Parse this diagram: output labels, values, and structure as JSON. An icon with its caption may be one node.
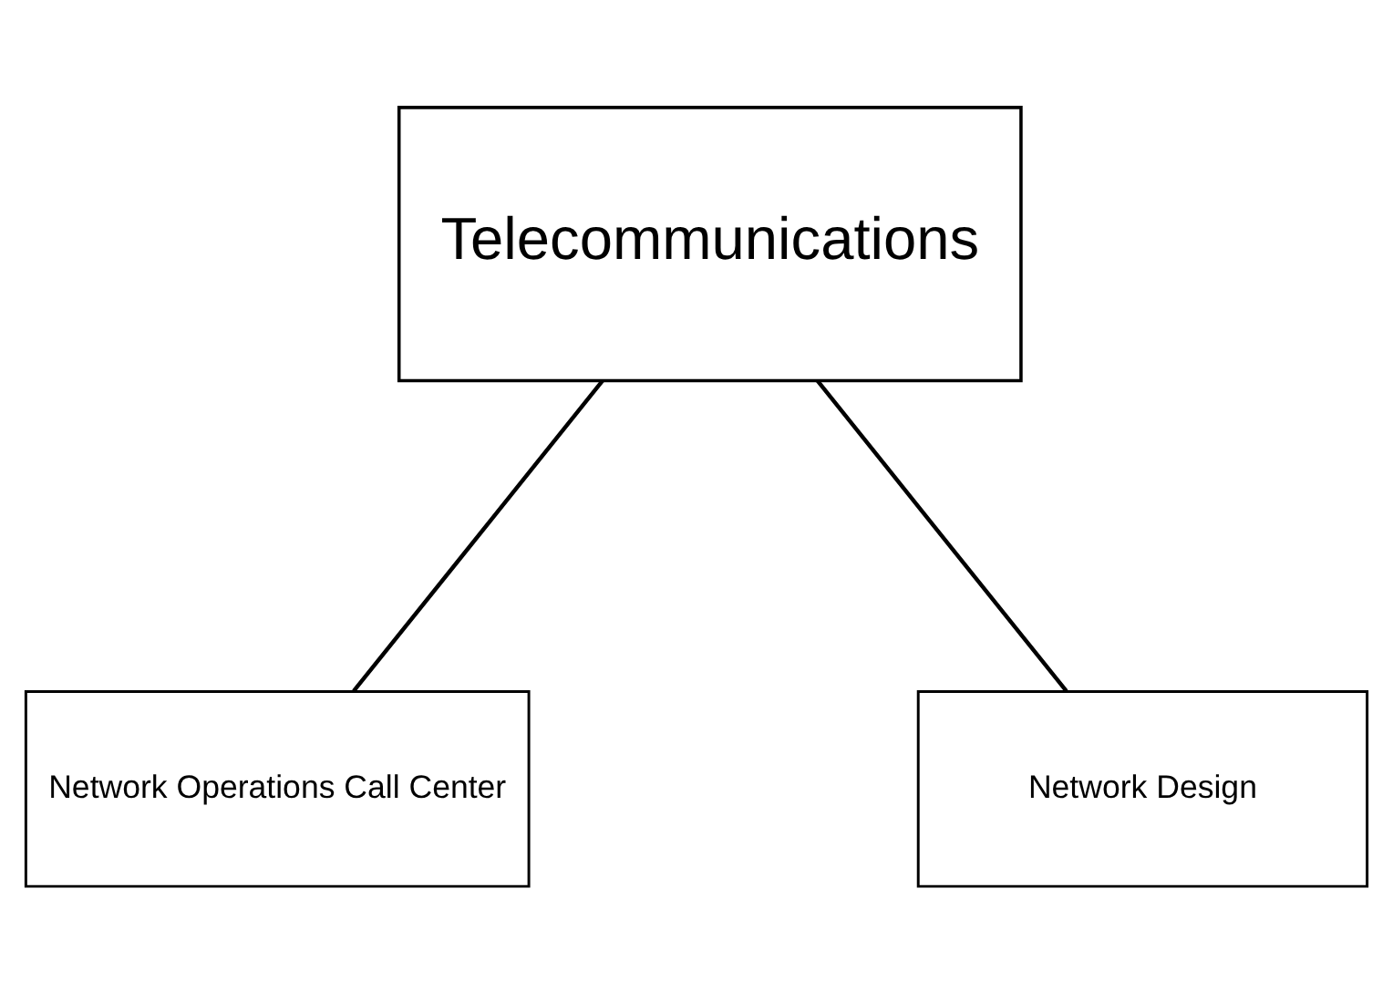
{
  "diagram": {
    "nodes": [
      {
        "text": [
          "Telecommunications"
        ]
      },
      {
        "text": [
          "Network Operations Call Center"
        ]
      },
      {
        "text": [
          "Network Design"
        ]
      }
    ],
    "edges": [
      {
        "from": 0,
        "to": 1,
        "arrow": "none"
      },
      {
        "from": 0,
        "to": 2,
        "arrow": "none"
      }
    ]
  }
}
